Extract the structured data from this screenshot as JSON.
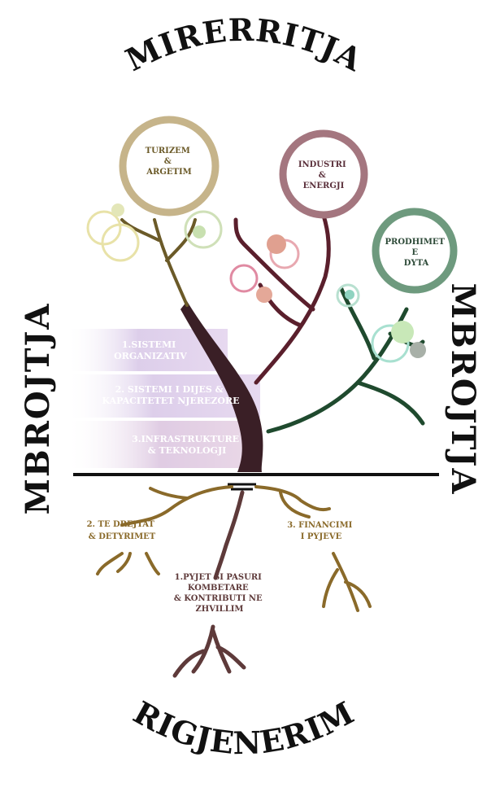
{
  "title_top": "MIRERRITJA",
  "title_bottom": "RIGJENERIM",
  "side_left": "MBROJTJA",
  "side_right": "MBROJTJA",
  "circles": [
    {
      "lines": [
        "TURIZEM",
        "&",
        "ARGETIM"
      ],
      "color": "#c6b48a"
    },
    {
      "lines": [
        "INDUSTRI",
        "&",
        "ENERGJI"
      ],
      "color": "#a4767f"
    },
    {
      "lines": [
        "PRODHIMET",
        "E",
        "DYTA"
      ],
      "color": "#6e9a7e"
    }
  ],
  "bands": [
    {
      "lines": [
        "1.SISTEMI",
        "ORGANIZATIV"
      ]
    },
    {
      "lines": [
        "2. SISTEMI  I DIJES &",
        "KAPACITETET NJEREZORE"
      ]
    },
    {
      "lines": [
        "3.INFRASTRUKTURE",
        "& TEKNOLOGJI"
      ]
    }
  ],
  "roots": [
    {
      "lines": [
        "2. TE DREJTAT",
        "& DETYRIMET"
      ],
      "color": "#8a6a2a"
    },
    {
      "lines": [
        "1.PYJET SI PASURI",
        "KOMBETARE",
        "& KONTRIBUTI NE",
        "ZHVILLIM"
      ],
      "color": "#5e3a3a"
    },
    {
      "lines": [
        "3. FINANCIMI",
        "I PYJEVE"
      ],
      "color": "#8a6a2a"
    }
  ]
}
